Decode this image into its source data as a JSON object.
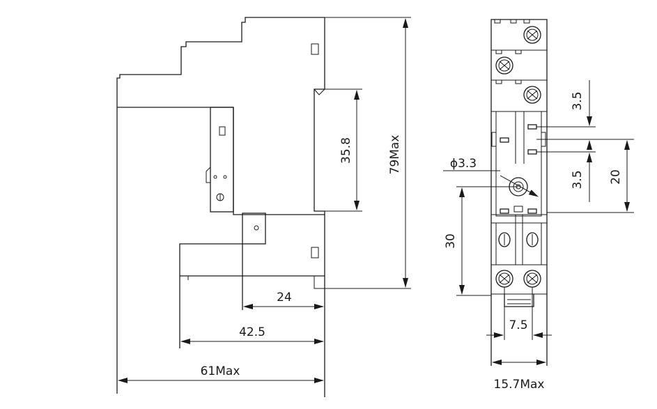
{
  "side_view": {
    "dim_height": "79Max",
    "dim_din": "35.8",
    "dim_24": "24",
    "dim_42": "42.5",
    "dim_61": "61Max"
  },
  "front_view": {
    "dim_hole": "ϕ3.3",
    "dim_3a": "3.5",
    "dim_3b": "3.5",
    "dim_20": "20",
    "dim_30": "30",
    "dim_pitch": "7.5",
    "dim_width": "15.7Max"
  }
}
